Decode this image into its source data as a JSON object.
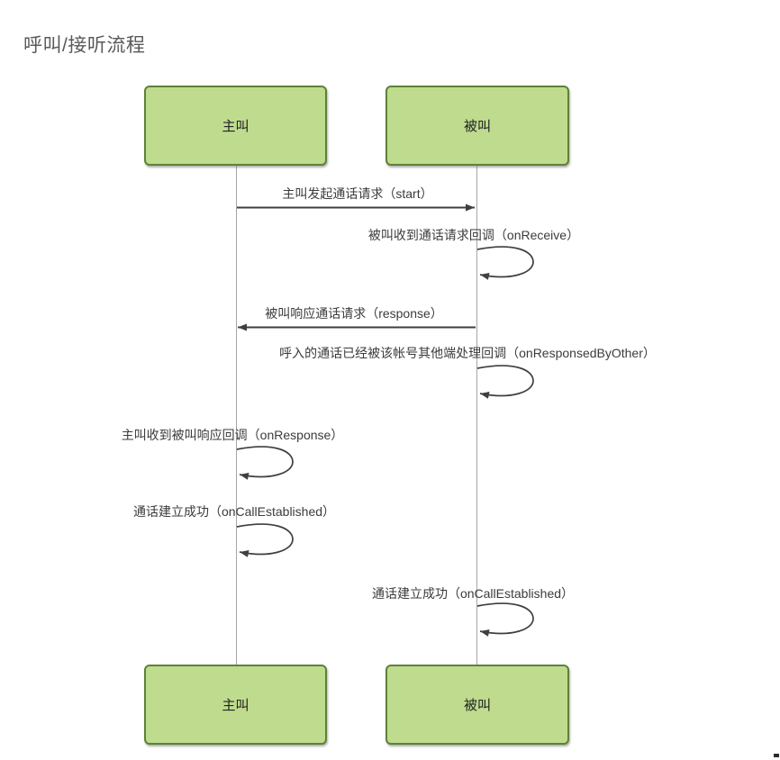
{
  "title": "呼叫/接听流程",
  "colors": {
    "actor_fill": "#bedb8e",
    "actor_border": "#5e8138",
    "message_line": "#3f3f3f",
    "lifeline": "#a6a6a6",
    "text": "#3b3b3b",
    "title_text": "#595959"
  },
  "actors": [
    {
      "id": "caller",
      "label": "主叫"
    },
    {
      "id": "callee",
      "label": "被叫"
    }
  ],
  "messages": [
    {
      "type": "arrow",
      "from": "caller",
      "to": "callee",
      "label": "主叫发起通话请求（start）"
    },
    {
      "type": "self",
      "on": "callee",
      "label": "被叫收到通话请求回调（onReceive）"
    },
    {
      "type": "arrow",
      "from": "callee",
      "to": "caller",
      "label": "被叫响应通话请求（response）"
    },
    {
      "type": "self",
      "on": "callee",
      "label": "呼入的通话已经被该帐号其他端处理回调（onResponsedByOther）"
    },
    {
      "type": "self",
      "on": "caller",
      "label": "主叫收到被叫响应回调（onResponse）"
    },
    {
      "type": "self",
      "on": "caller",
      "label": "通话建立成功（onCallEstablished）"
    },
    {
      "type": "self",
      "on": "callee",
      "label": "通话建立成功（onCallEstablished）"
    }
  ]
}
